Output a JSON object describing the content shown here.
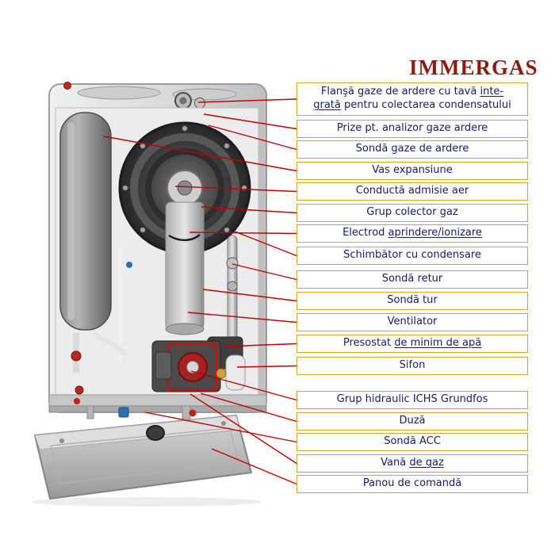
{
  "brand": {
    "logo_text": "IMMERGAS"
  },
  "theme": {
    "logo_color": "#8a1c12",
    "label_border": "#d8a41e",
    "label_text": "#1a1a66",
    "leader_line": "#c00000"
  },
  "labels": [
    {
      "id": "flansa-gaze-ardere",
      "text": "Flanşă gaze de ardere cu tavă inte-\ngrată pentru colectarea condensatului",
      "underline": [
        "inte-",
        "grată"
      ]
    },
    {
      "id": "prize-analizor",
      "text": "Prize pt. analizor gaze ardere"
    },
    {
      "id": "sonda-gaze-ardere",
      "text": "Sondă gaze de ardere"
    },
    {
      "id": "vas-expansiune",
      "text": "Vas expansiune"
    },
    {
      "id": "conducta-admisie-aer",
      "text": "Conductă admisie aer"
    },
    {
      "id": "grup-colector-gaz",
      "text": "Grup colector gaz"
    },
    {
      "id": "electrod-aprindere-ionizare",
      "text": "Electrod aprindere/ionizare",
      "underline": [
        "aprindere/ionizare"
      ]
    },
    {
      "id": "schimbator-condensare",
      "text": "Schimbător cu condensare"
    },
    {
      "id": "sonda-retur",
      "text": "Sondă retur"
    },
    {
      "id": "sonda-tur",
      "text": "Sondă tur"
    },
    {
      "id": "ventilator",
      "text": "Ventilator"
    },
    {
      "id": "presostat-minim-apa",
      "text": "Presostat de minim de apă",
      "underline": [
        "de minim de apă"
      ]
    },
    {
      "id": "sifon",
      "text": "Sifon"
    },
    {
      "id": "grup-hidraulic",
      "text": "Grup hidraulic ICHS Grundfos"
    },
    {
      "id": "duza",
      "text": "Duză"
    },
    {
      "id": "sonda-acc",
      "text": "Sondă ACC"
    },
    {
      "id": "vana-gaz",
      "text": "Vană de gaz",
      "underline": [
        "de gaz"
      ]
    },
    {
      "id": "panou-comanda",
      "text": "Panou de comandă"
    }
  ]
}
